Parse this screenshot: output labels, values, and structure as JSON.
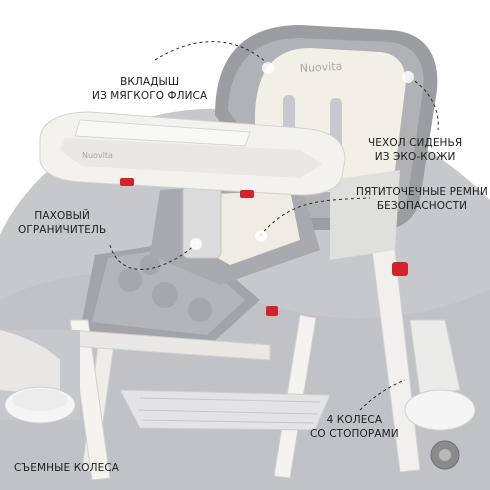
{
  "labels": {
    "fleece_insert": [
      "Вкладыш",
      "из мягкого флиса"
    ],
    "seat_cover": [
      "Чехол сиденья",
      "из эко-кожи"
    ],
    "harness": [
      "Пятиточечные ремни",
      "безопасности"
    ],
    "crotch_guard": [
      "Паховый",
      "ограничитель"
    ],
    "wheels_locks": [
      "4 колеса",
      "со стопорами"
    ],
    "removable_wheels": [
      "Съемные колеса"
    ]
  },
  "logos": {
    "seat_brand": "Nuovita",
    "tray_brand": "Nuovita"
  },
  "colors": {
    "background_blob": "#c6c8cc",
    "upholstery": "#9c9da1",
    "frame": "#f4f3f0",
    "accent_red": "#d4222a",
    "insert": "#f2efe7"
  }
}
